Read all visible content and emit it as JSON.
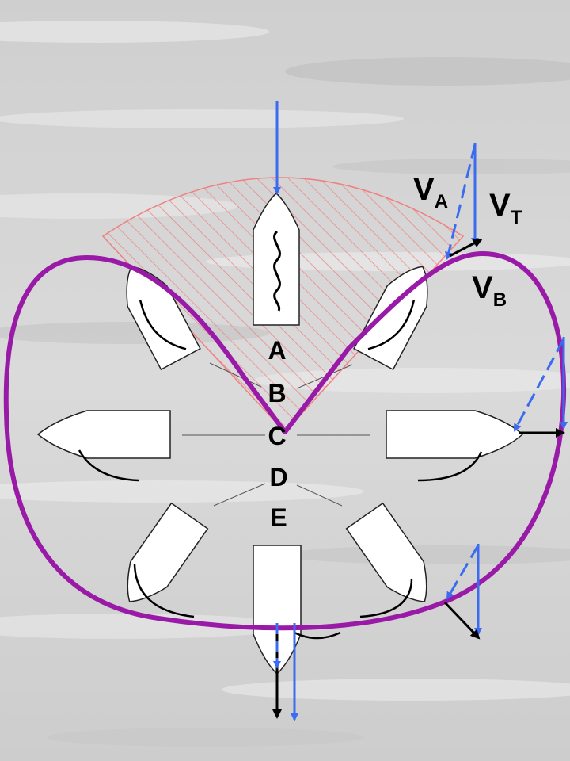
{
  "diagram": {
    "sectors": [
      "A",
      "B",
      "C",
      "D",
      "E"
    ],
    "vectors": {
      "apparent": "V",
      "apparent_sub": "A",
      "true": "V",
      "true_sub": "T",
      "boat": "V",
      "boat_sub": "B"
    },
    "colors": {
      "polar_curve": "#9a1aa8",
      "true_wind": "#3b6cf0",
      "apparent_wind": "#3b6cf0",
      "boat_velocity": "#000000",
      "no_go_zone": "#f08080",
      "boat_hull": "#ffffff",
      "boat_outline": "#222222",
      "background": "#d6d6d6"
    },
    "icons": [
      "wavy-sail-icon",
      "curved-sail-icon"
    ]
  }
}
